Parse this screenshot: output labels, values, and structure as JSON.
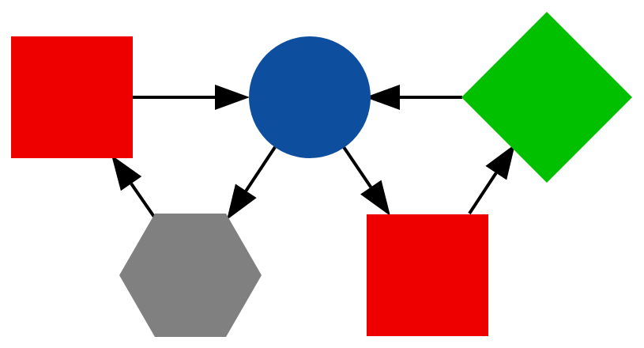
{
  "diagram": {
    "nodes": [
      {
        "id": "square-left",
        "shape": "square",
        "color": "#ee0000"
      },
      {
        "id": "circle-center",
        "shape": "circle",
        "color": "#0d4f9e"
      },
      {
        "id": "diamond-right",
        "shape": "diamond",
        "color": "#00c000"
      },
      {
        "id": "hexagon-bottom-left",
        "shape": "hexagon",
        "color": "#808080"
      },
      {
        "id": "square-bottom-right",
        "shape": "square",
        "color": "#ee0000"
      }
    ],
    "edges": [
      {
        "from": "square-left",
        "to": "circle-center"
      },
      {
        "from": "diamond-right",
        "to": "circle-center"
      },
      {
        "from": "circle-center",
        "to": "hexagon-bottom-left"
      },
      {
        "from": "circle-center",
        "to": "square-bottom-right"
      },
      {
        "from": "hexagon-bottom-left",
        "to": "square-left"
      },
      {
        "from": "square-bottom-right",
        "to": "diamond-right"
      }
    ],
    "edge_color": "#000000"
  }
}
